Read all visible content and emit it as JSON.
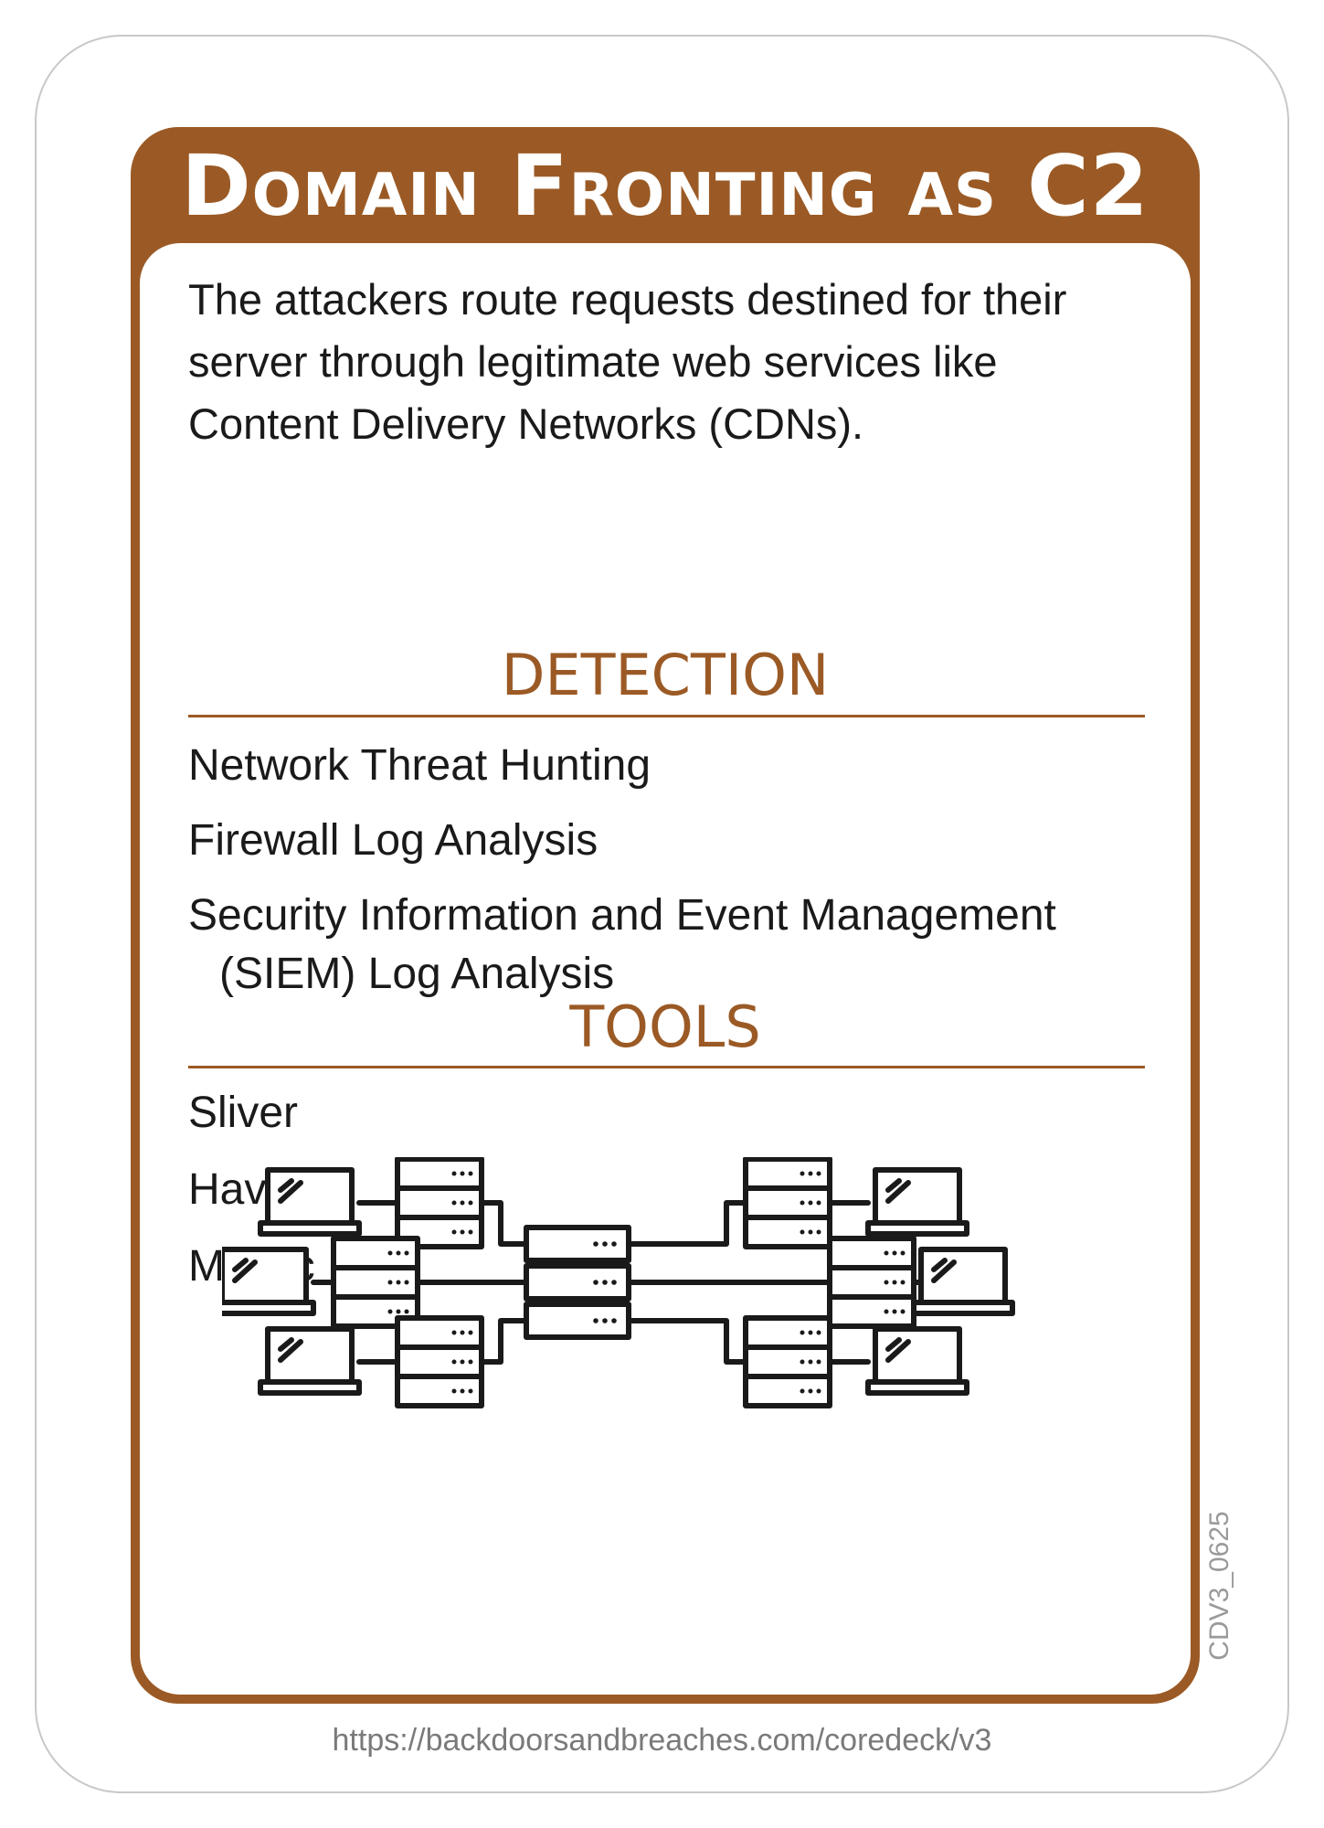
{
  "card": {
    "title": "Domain Fronting as C2",
    "description": "The attackers route requests destined for their server through legitimate web services like Content Delivery Networks (CDNs).",
    "accent_color": "#9b5a25",
    "detection": {
      "heading": "DETECTION",
      "items": [
        "Network Threat Hunting",
        "Firewall Log Analysis",
        "Security Information and Event Management (SIEM) Log Analysis"
      ]
    },
    "tools": {
      "heading": "TOOLS",
      "items": [
        "Sliver",
        "Havok",
        "Mythic"
      ]
    },
    "illustration": {
      "icon": "network-servers-laptops-icon"
    },
    "card_code": "CDV3_0625",
    "footer_url": "https://backdoorsandbreaches.com/coredeck/v3"
  }
}
